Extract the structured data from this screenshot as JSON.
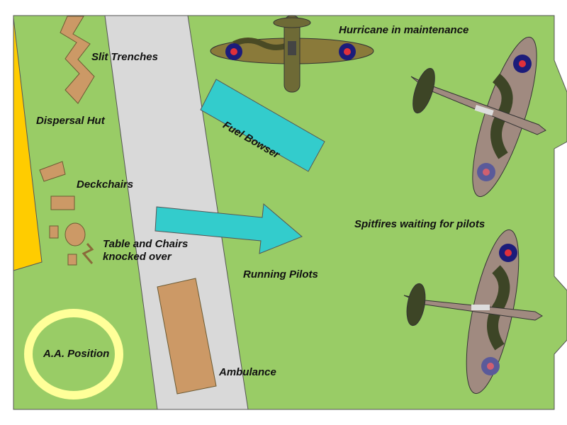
{
  "title": "Airfield dispersal diagram",
  "labels": {
    "slit_trenches": "Slit Trenches",
    "dispersal_hut": "Dispersal Hut",
    "deckchairs": "Deckchairs",
    "table_chairs_line1": "Table and Chairs",
    "table_chairs_line2": "knocked over",
    "aa_position": "A.A. Position",
    "ambulance": "Ambulance",
    "fuel_bowser": "Fuel Bowser",
    "running_pilots": "Running Pilots",
    "hurricane": "Hurricane in maintenance",
    "spitfires": "Spitfires waiting for pilots"
  },
  "colors": {
    "grass": "#99cc66",
    "runway": "#d9d9d9",
    "hut": "#ffcc00",
    "objects": "#cc9966",
    "bowser": "#33cccc",
    "aa_ring": "#ffff99",
    "camo_dark": "#3d4526",
    "camo_light": "#a08a80",
    "roundel_blue": "#1c1c7a",
    "roundel_red": "#e0303a"
  }
}
